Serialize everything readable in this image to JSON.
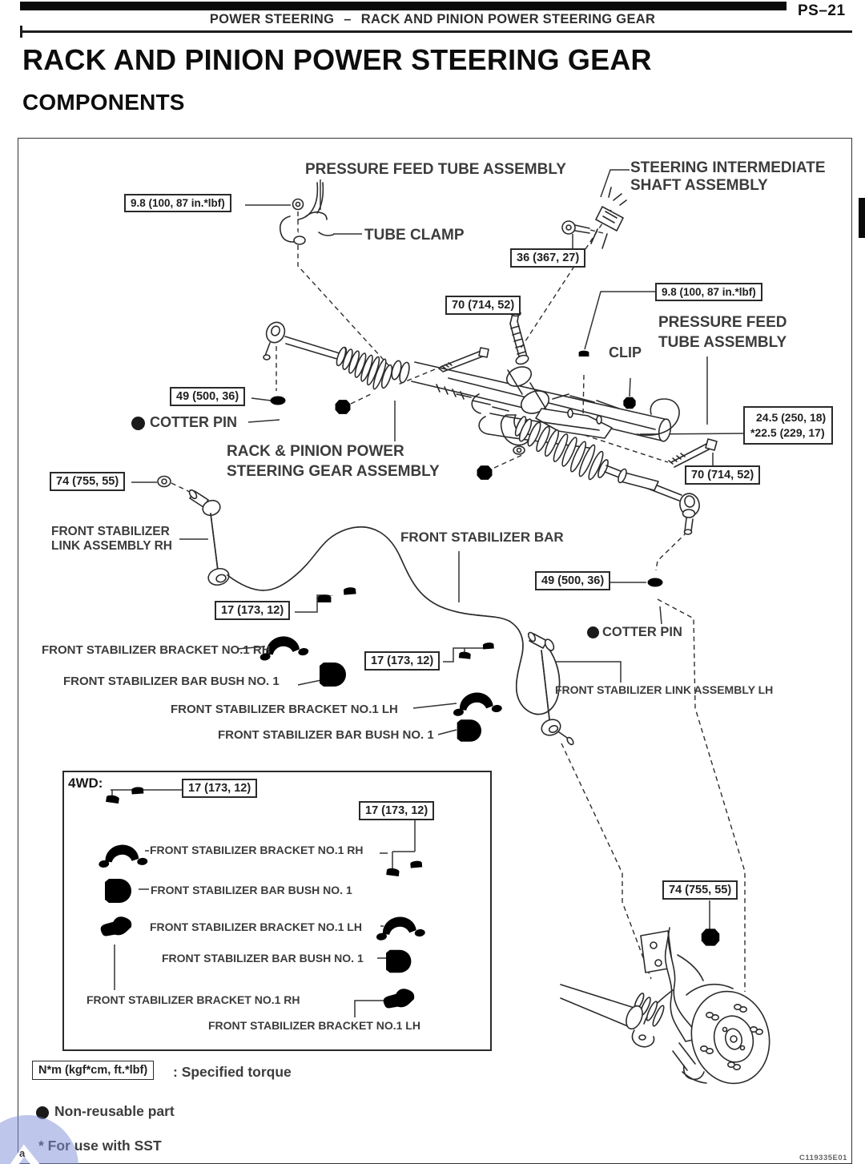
{
  "page": {
    "code": "PS–21",
    "header_section": "POWER STEERING",
    "header_sep": "–",
    "header_topic": "RACK AND PINION POWER STEERING GEAR",
    "title": "RACK AND PINION POWER STEERING GEAR",
    "section_heading": "COMPONENTS",
    "figure_code": "C119335E01",
    "watermark_glyph": "a"
  },
  "labels": {
    "pressure_feed_tube_top": "PRESSURE FEED TUBE ASSEMBLY",
    "tube_clamp": "TUBE CLAMP",
    "steering_intermediate_shaft": "STEERING INTERMEDIATE\nSHAFT ASSEMBLY",
    "pressure_feed_tube_right": "PRESSURE FEED\nTUBE ASSEMBLY",
    "clip": "CLIP",
    "cotter_pin_left": "COTTER PIN",
    "rack_pinion_assembly": "RACK & PINION POWER\nSTEERING GEAR ASSEMBLY",
    "front_stabilizer_link_rh": "FRONT STABILIZER\nLINK ASSEMBLY RH",
    "front_stabilizer_bar": "FRONT STABILIZER BAR",
    "cotter_pin_right": "COTTER PIN",
    "front_stabilizer_link_lh": "FRONT STABILIZER LINK ASSEMBLY LH",
    "bracket_rh": "FRONT STABILIZER BRACKET NO.1 RH",
    "bar_bush_1": "FRONT STABILIZER BAR BUSH NO. 1",
    "bracket_lh": "FRONT STABILIZER BRACKET NO.1 LH",
    "bar_bush_2": "FRONT STABILIZER BAR BUSH NO. 1",
    "fourwd": "4WD:",
    "fourwd_bracket_rh_1": "FRONT STABILIZER BRACKET NO.1 RH",
    "fourwd_bush_1": "FRONT STABILIZER BAR BUSH NO. 1",
    "fourwd_bracket_lh_1": "FRONT STABILIZER BRACKET NO.1 LH",
    "fourwd_bush_2": "FRONT STABILIZER BAR BUSH NO. 1",
    "fourwd_bracket_rh_2": "FRONT STABILIZER BRACKET NO.1 RH",
    "fourwd_bracket_lh_2": "FRONT STABILIZER BRACKET NO.1 LH"
  },
  "torques": {
    "t98_left": "9.8 (100, 87 in.*lbf)",
    "t36": "36 (367, 27)",
    "t98_right": "9.8 (100, 87 in.*lbf)",
    "t70_top": "70 (714, 52)",
    "t245_line1": "24.5 (250, 18)",
    "t245_line2": "*22.5 (229, 17)",
    "t70_right": "70 (714, 52)",
    "t49_left": "49 (500, 36)",
    "t74_left": "74 (755, 55)",
    "t49_right": "49 (500, 36)",
    "t17_a": "17 (173, 12)",
    "t17_b": "17 (173, 12)",
    "t17_c": "17 (173, 12)",
    "t17_d": "17 (173, 12)",
    "t74_bottom": "74 (755, 55)"
  },
  "legend": {
    "torque_symbol": "N*m (kgf*cm, ft.*lbf)",
    "torque_desc": ": Specified torque",
    "non_reusable": "Non-reusable part",
    "sst_note": "* For use with SST"
  }
}
